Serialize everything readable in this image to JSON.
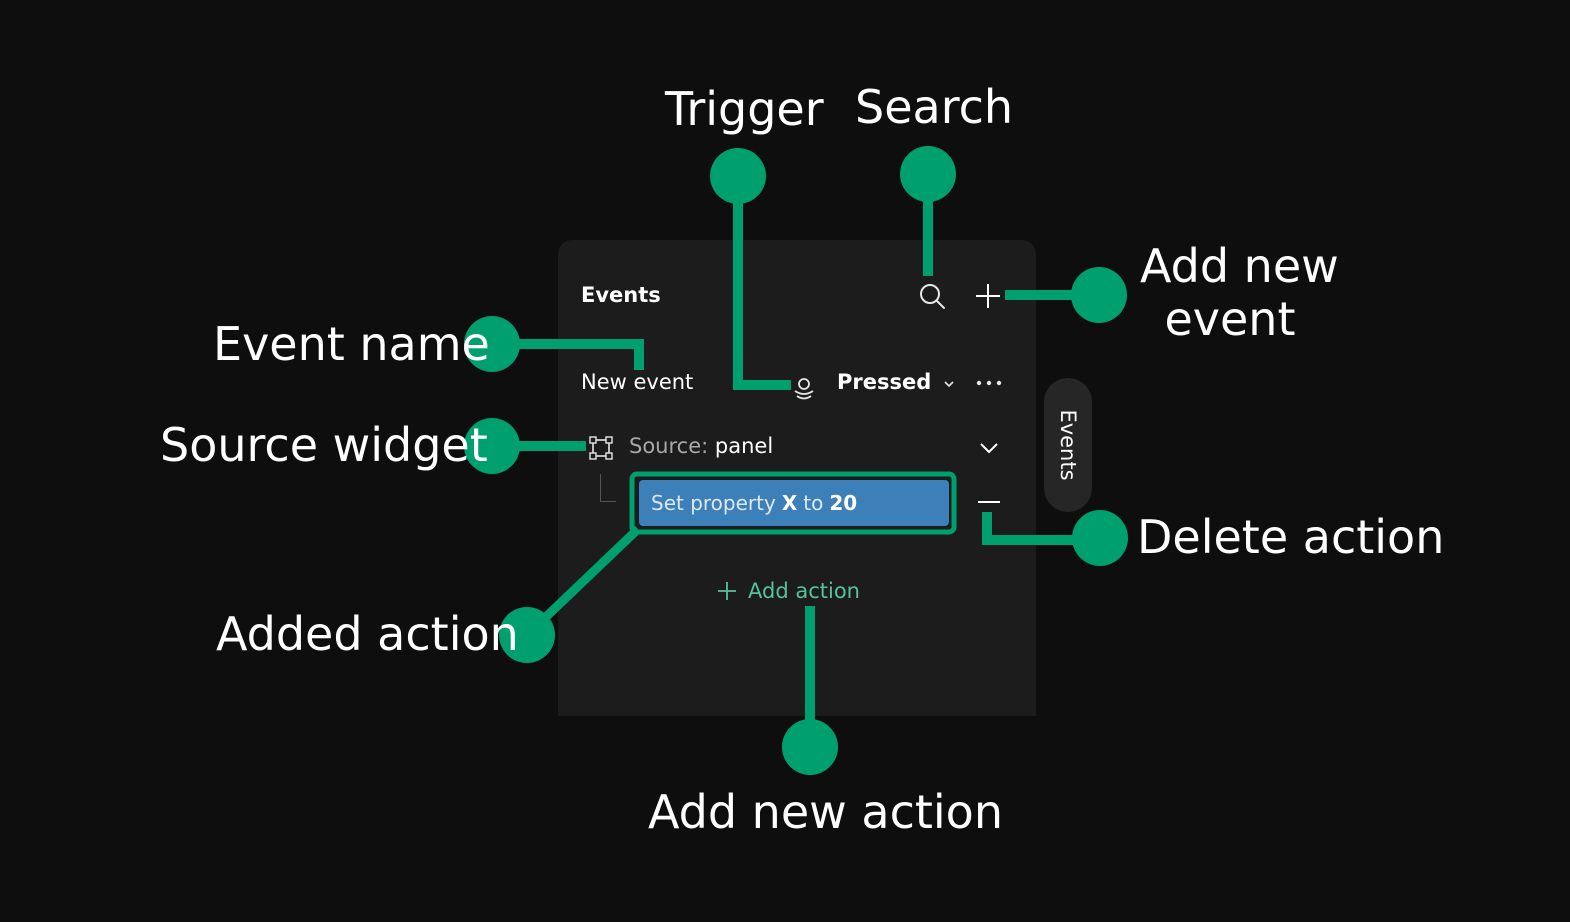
{
  "panel": {
    "title": "Events",
    "event_name": "New event",
    "trigger": "Pressed",
    "source_prefix": "Source:",
    "source_value": "panel",
    "action": {
      "prefix": "Set property",
      "property": "X",
      "joiner": "to",
      "value": "20"
    },
    "add_action_label": "Add action",
    "icons": [
      "search-icon",
      "plus-icon",
      "trigger-icon",
      "chevron-down-icon",
      "more-icon",
      "widget-frame-icon",
      "minus-icon"
    ]
  },
  "side_tab": {
    "label": "Events"
  },
  "callouts": {
    "trigger": "Trigger",
    "search": "Search",
    "add_event_line1": "Add new",
    "add_event_line2": "event",
    "event_name": "Event name",
    "source_widget": "Source widget",
    "delete_action": "Delete action",
    "added_action": "Added action",
    "add_new_action": "Add new action"
  },
  "colors": {
    "background": "#0e0e0e",
    "panel": "#1c1c1c",
    "callout": "#00a06e",
    "action_chip": "#3d7fb8",
    "add_action_text": "#55c29a"
  }
}
